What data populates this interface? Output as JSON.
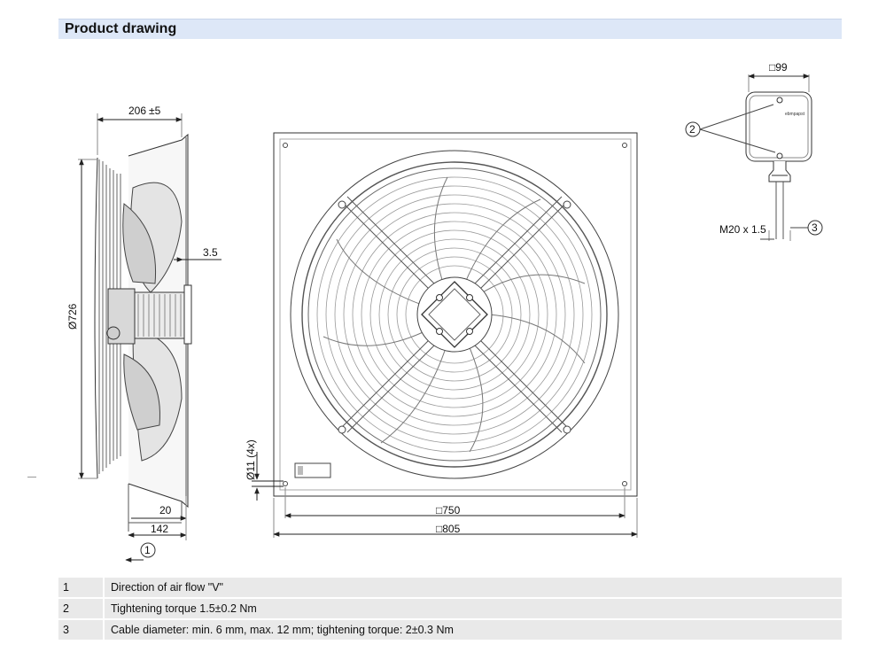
{
  "header": {
    "title": "Product drawing"
  },
  "dimensions": {
    "depth": "206",
    "depth_tolerance": "±5",
    "diameter": "Ø726",
    "gap": "3.5",
    "flange_offset": "20",
    "base_depth": "142",
    "hole_diameter": "Ø11 (4x)",
    "hole_pitch": "□750",
    "plate_size": "□805",
    "box_size": "□99",
    "cable_gland": "M20 x 1.5"
  },
  "callouts": {
    "airflow": "1",
    "torque": "2",
    "cable": "3"
  },
  "terminal_box": {
    "brand": "ebmpapst"
  },
  "legend": [
    {
      "num": "1",
      "text": "Direction of air flow \"V\""
    },
    {
      "num": "2",
      "text": "Tightening torque 1.5±0.2 Nm"
    },
    {
      "num": "3",
      "text": "Cable diameter: min. 6 mm, max. 12 mm; tightening torque: 2±0.3 Nm"
    }
  ],
  "colors": {
    "header_bg": "#dde7f7",
    "legend_bg": "#e9e9e9",
    "line": "#333333"
  }
}
